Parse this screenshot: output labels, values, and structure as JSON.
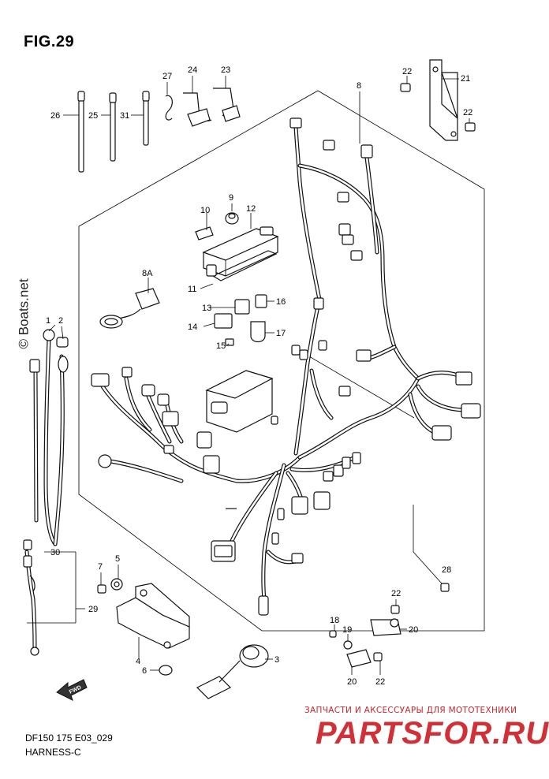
{
  "figure": {
    "title": "FIG.29"
  },
  "footer": {
    "code": "DF150 175 E03_029",
    "name": "HARNESS-C"
  },
  "watermarks": {
    "left": "© Boats.net",
    "shop_subtitle": "ЗАПЧАСТИ И АКСЕССУАРЫ ДЛЯ МОТОТЕХНИКИ",
    "shop_name": "PARTSFOR.RU"
  },
  "front_marker": "FWD",
  "callouts": {
    "c1": "1",
    "c2": "2",
    "c3": "3",
    "c4": "4",
    "c5": "5",
    "c6": "6",
    "c7": "7",
    "c8": "8",
    "c8a": "8A",
    "c9": "9",
    "c10": "10",
    "c11": "11",
    "c12": "12",
    "c13": "13",
    "c14": "14",
    "c15": "15",
    "c16": "16",
    "c17": "17",
    "c18": "18",
    "c19": "19",
    "c20a": "20",
    "c20b": "20",
    "c21": "21",
    "c22a": "22",
    "c22b": "22",
    "c22c": "22",
    "c22d": "22",
    "c23": "23",
    "c24": "24",
    "c25": "25",
    "c26": "26",
    "c27": "27",
    "c28": "28",
    "c29": "29",
    "c30": "30",
    "c31": "31"
  }
}
